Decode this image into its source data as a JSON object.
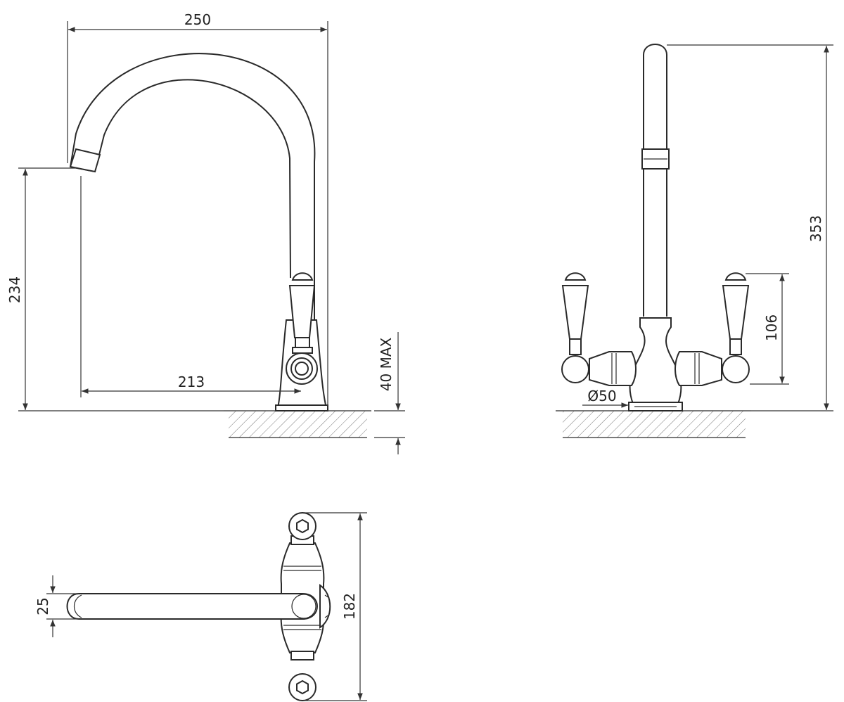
{
  "dimensions": {
    "side_width": "250",
    "side_spout_height": "234",
    "side_reach": "213",
    "deck_thickness": "40 MAX",
    "front_height": "353",
    "front_handle_height": "106",
    "front_base_diameter": "Ø50",
    "top_spout_diameter": "25",
    "top_width": "182"
  }
}
